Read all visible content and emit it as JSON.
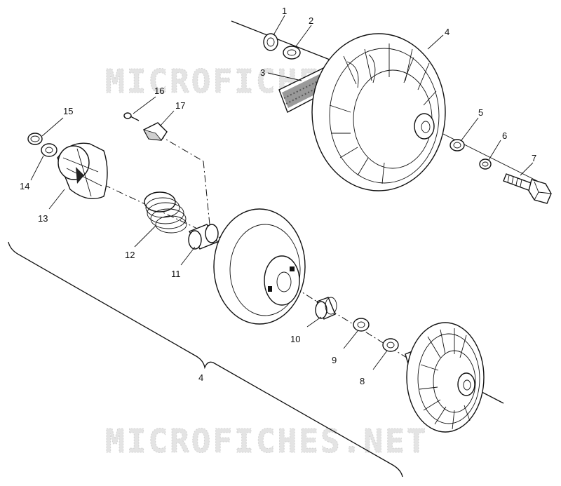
{
  "watermark": {
    "top": "MICROFICHES.NET",
    "bottom": "MICROFICHES.NET"
  },
  "callouts": [
    {
      "id": "c1",
      "text": "1"
    },
    {
      "id": "c2",
      "text": "2"
    },
    {
      "id": "c3",
      "text": "3"
    },
    {
      "id": "c4a",
      "text": "4"
    },
    {
      "id": "c5",
      "text": "5"
    },
    {
      "id": "c6",
      "text": "6"
    },
    {
      "id": "c7",
      "text": "7"
    },
    {
      "id": "c8",
      "text": "8"
    },
    {
      "id": "c9",
      "text": "9"
    },
    {
      "id": "c10",
      "text": "10"
    },
    {
      "id": "c11",
      "text": "11"
    },
    {
      "id": "c12",
      "text": "12"
    },
    {
      "id": "c13",
      "text": "13"
    },
    {
      "id": "c14",
      "text": "14"
    },
    {
      "id": "c15",
      "text": "15"
    },
    {
      "id": "c16",
      "text": "16"
    },
    {
      "id": "c17",
      "text": "17"
    },
    {
      "id": "c4b",
      "text": "4"
    }
  ],
  "colors": {
    "line": "#111111",
    "background": "#ffffff",
    "watermark": "#e4e4e4"
  }
}
